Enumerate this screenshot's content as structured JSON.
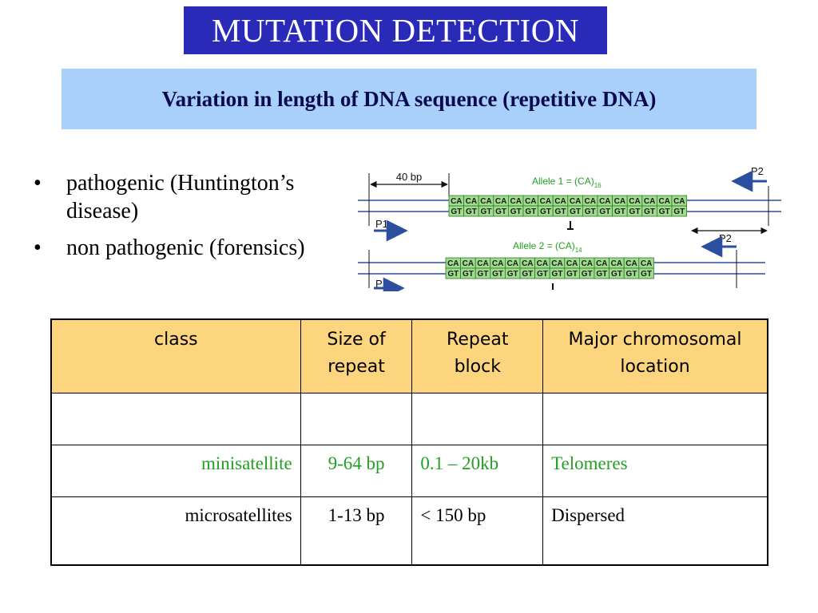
{
  "slide": {
    "title": "MUTATION DETECTION",
    "subtitle": "Variation in length of DNA sequence (repetitive DNA)",
    "bullets": [
      "pathogenic (Huntington’s disease)",
      "non pathogenic (forensics)"
    ],
    "bullet_glyph": "•"
  },
  "diagram": {
    "scale_label": "40 bp",
    "allele1_label": "Allele 1 = (CA)",
    "allele1_count": "16",
    "allele2_label": "Allele 2 = (CA)",
    "allele2_count": "14",
    "top_repeat": "CA",
    "bottom_repeat": "GT",
    "primer1": "P1",
    "primer2": "P2"
  },
  "table": {
    "headers": [
      "class",
      "Size of repeat",
      "Repeat block",
      "Major chromosomal location"
    ],
    "rows": [
      {
        "class": "",
        "size": "",
        "block": "",
        "location": ""
      },
      {
        "class": "minisatellite",
        "size": "9-64 bp",
        "block": "0.1 – 20kb",
        "location": "Telomeres"
      },
      {
        "class": "microsatellites",
        "size": "1-13 bp",
        "block": "< 150 bp",
        "location": "Dispersed"
      }
    ]
  },
  "colors": {
    "title_bg": "#2a2ab8",
    "subtitle_bg": "#a8d0fa",
    "header_bg": "#fdd57f",
    "highlight_text": "#22a022",
    "dna_line": "#2b4f9e",
    "repeat_box": "#9fdc8c"
  }
}
